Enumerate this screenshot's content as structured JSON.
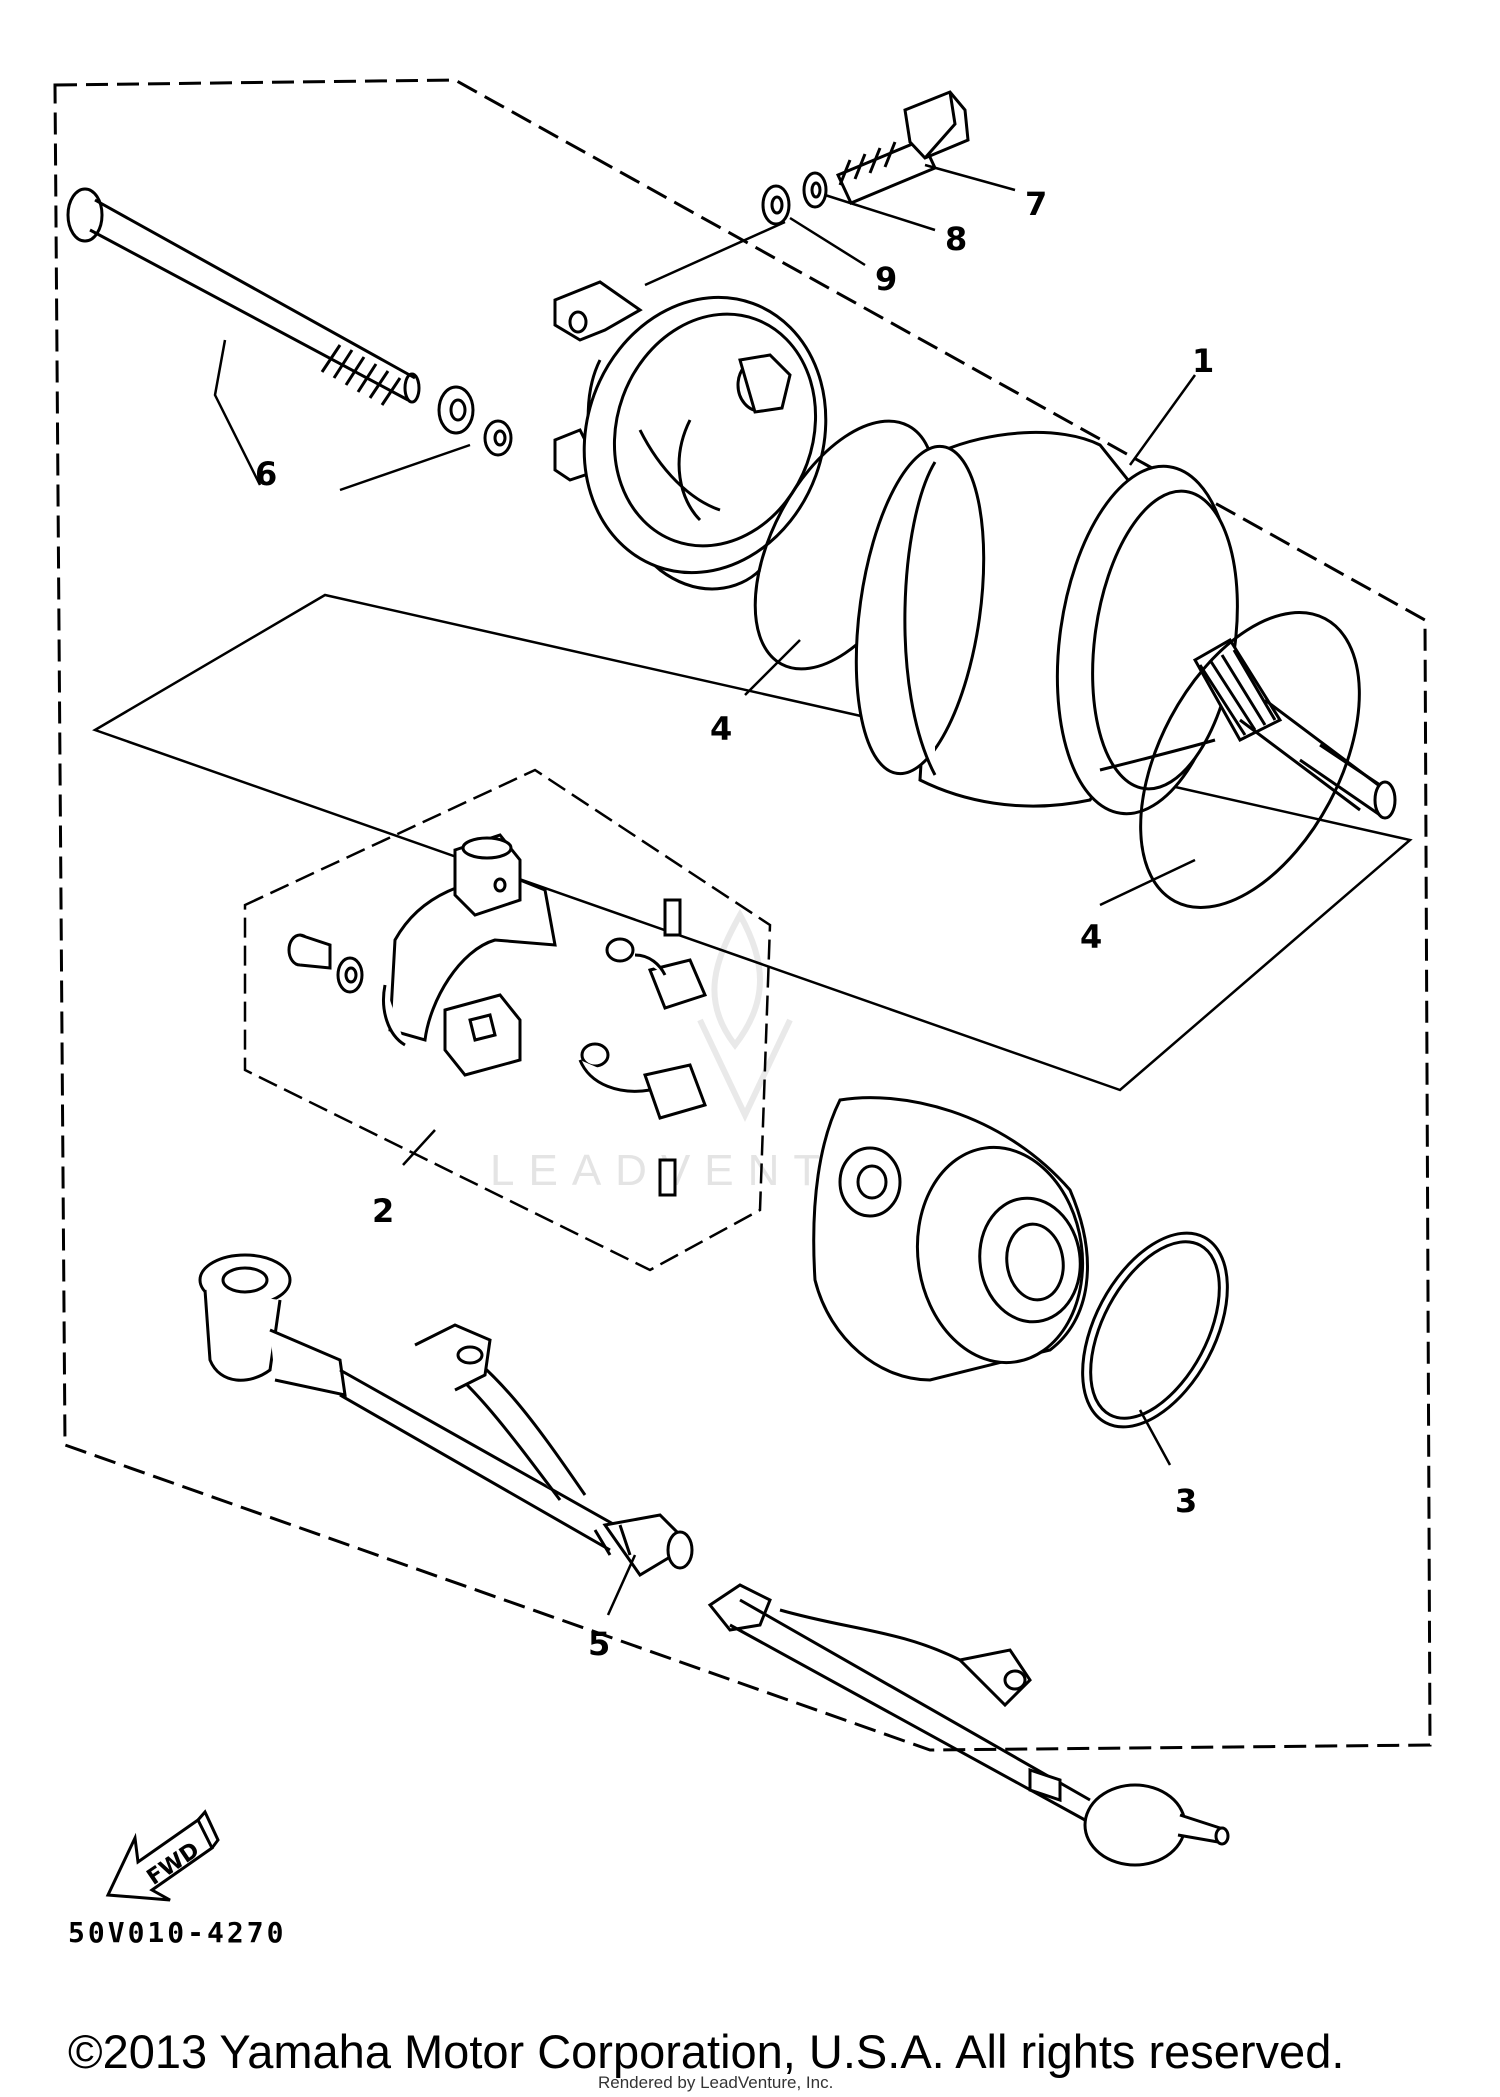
{
  "diagram": {
    "callouts": [
      {
        "id": "c1",
        "label": "1"
      },
      {
        "id": "c2",
        "label": "2"
      },
      {
        "id": "c3",
        "label": "3"
      },
      {
        "id": "c4a",
        "label": "4"
      },
      {
        "id": "c4b",
        "label": "4"
      },
      {
        "id": "c5",
        "label": "5"
      },
      {
        "id": "c6",
        "label": "6"
      },
      {
        "id": "c7",
        "label": "7"
      },
      {
        "id": "c8",
        "label": "8"
      },
      {
        "id": "c9",
        "label": "9"
      }
    ],
    "reference_code": "50V010-4270",
    "direction_label": "FWD",
    "watermark_text": "LEADVENTURE",
    "icons": {
      "direction": "fwd-arrow-icon",
      "watermark": "leadventure-logo-icon"
    }
  },
  "footer": {
    "copyright": "©2013 Yamaha Motor Corporation, U.S.A. All rights reserved.",
    "rendered_by": "Rendered by LeadVenture, Inc."
  }
}
